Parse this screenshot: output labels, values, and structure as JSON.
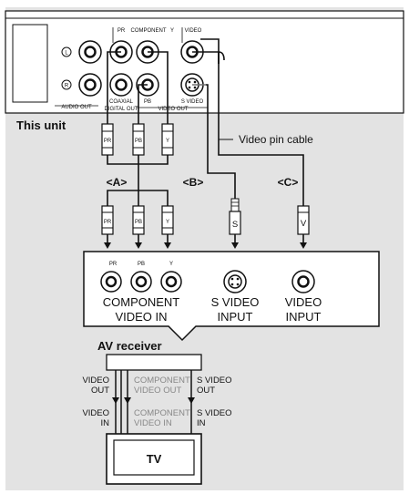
{
  "unit": {
    "caption": "This unit",
    "panel_labels": {
      "audio_out": "AUDIO OUT",
      "coaxial": "COAXIAL",
      "digital_out": "DIGITAL OUT",
      "component": "COMPONENT",
      "pr": "PR",
      "pb": "PB",
      "y": "Y",
      "video": "VIDEO",
      "s_video": "S VIDEO",
      "video_out": "VIDEO OUT",
      "left": "L",
      "right": "R"
    }
  },
  "cable_label": "Video pin cable",
  "routes": {
    "a": "<A>",
    "b": "<B>",
    "c": "<C>"
  },
  "plug_labels": {
    "pr": "PR",
    "pb": "PB",
    "y": "Y",
    "s": "S",
    "v": "V"
  },
  "receiver": {
    "caption": "AV receiver",
    "small": {
      "pr": "PR",
      "pb": "PB",
      "y": "Y"
    },
    "component_line1": "COMPONENT",
    "component_line2": "VIDEO IN",
    "svideo_line1": "S VIDEO",
    "svideo_line2": "INPUT",
    "video_line1": "VIDEO",
    "video_line2": "INPUT"
  },
  "links": {
    "left_out_1": "VIDEO",
    "left_out_2": "OUT",
    "mid_out_1": "COMPONENT",
    "mid_out_2": "VIDEO OUT",
    "right_out_1": "S VIDEO",
    "right_out_2": "OUT",
    "left_in_1": "VIDEO",
    "left_in_2": "IN",
    "mid_in_1": "COMPONENT",
    "mid_in_2": "VIDEO IN",
    "right_in_1": "S VIDEO",
    "right_in_2": "IN"
  },
  "tv_label": "TV",
  "colors": {
    "background_panel": "#e3e3e3",
    "line": "#111111",
    "white": "#ffffff"
  }
}
